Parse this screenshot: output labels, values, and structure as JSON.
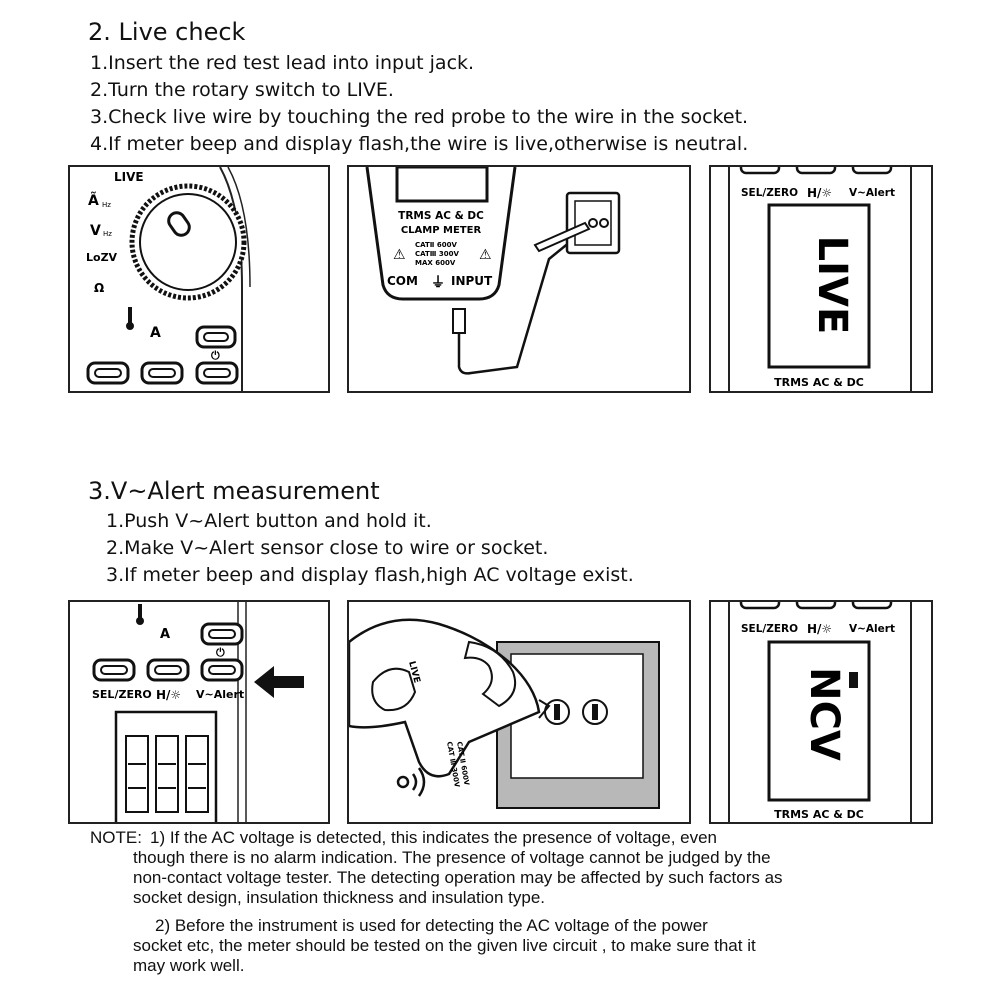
{
  "section2": {
    "title": "2. Live check",
    "steps": [
      "1.Insert the red test lead into input jack.",
      "2.Turn the rotary switch to LIVE.",
      "3.Check live wire by touching the red probe to the wire in the socket.",
      "4.If meter beep and display flash,the wire is live,otherwise is neutral."
    ],
    "panel1": {
      "dial_live": "LIVE",
      "dial_a": "Ã",
      "dial_hz": "Hz",
      "dial_v": "V",
      "dial_hz2": "Hz",
      "dial_lozv": "LoZV",
      "dial_ohm": "Ω",
      "temp_label": "°",
      "amp_label": "A"
    },
    "panel2": {
      "model_line1": "TRMS AC & DC",
      "model_line2": "CLAMP METER",
      "cat1": "CATⅡ 600V",
      "cat2": "CATⅢ 300V",
      "cat3": "MAX 600V",
      "com": "COM",
      "input": "INPUT"
    },
    "panel3": {
      "btn_sel": "SEL/ZERO",
      "btn_h": "H/☼",
      "btn_alert": "V~Alert",
      "display": "LIVE",
      "footer": "TRMS AC & DC"
    }
  },
  "section3": {
    "title": "3.V~Alert measurement",
    "steps": [
      "1.Push V~Alert button and hold it.",
      "2.Make V~Alert sensor close to wire or socket.",
      "3.If meter beep and display flash,high AC voltage exist."
    ],
    "panel1": {
      "amp_label": "A",
      "btn_sel": "SEL/ZERO",
      "btn_h": "H/☼",
      "btn_alert": "V~Alert"
    },
    "panel2": {
      "live": "LIVE",
      "cat1": "CAT Ⅱ 600V",
      "cat2": "CAT Ⅲ 300V"
    },
    "panel3": {
      "btn_sel": "SEL/ZERO",
      "btn_h": "H/☼",
      "btn_alert": "V~Alert",
      "display": "NCV",
      "footer": "TRMS AC & DC"
    }
  },
  "note": {
    "label": "NOTE:",
    "lines": [
      "1) If  the  AC  voltage  is  detected, this  indicates  the  presence  of  voltage,  even",
      "though there is no alarm indication. The presence of voltage cannot be judged by the",
      "non-contact voltage tester. The detecting operation may be affected by such factors as",
      "socket design, insulation thickness and insulation type.",
      "2) Before   the   instrument   is  used  for  detecting  the AC  voltage  of  the   power",
      "socket etc, the meter  should be tested on the given live circuit , to make sure that it",
      "may work well."
    ]
  }
}
